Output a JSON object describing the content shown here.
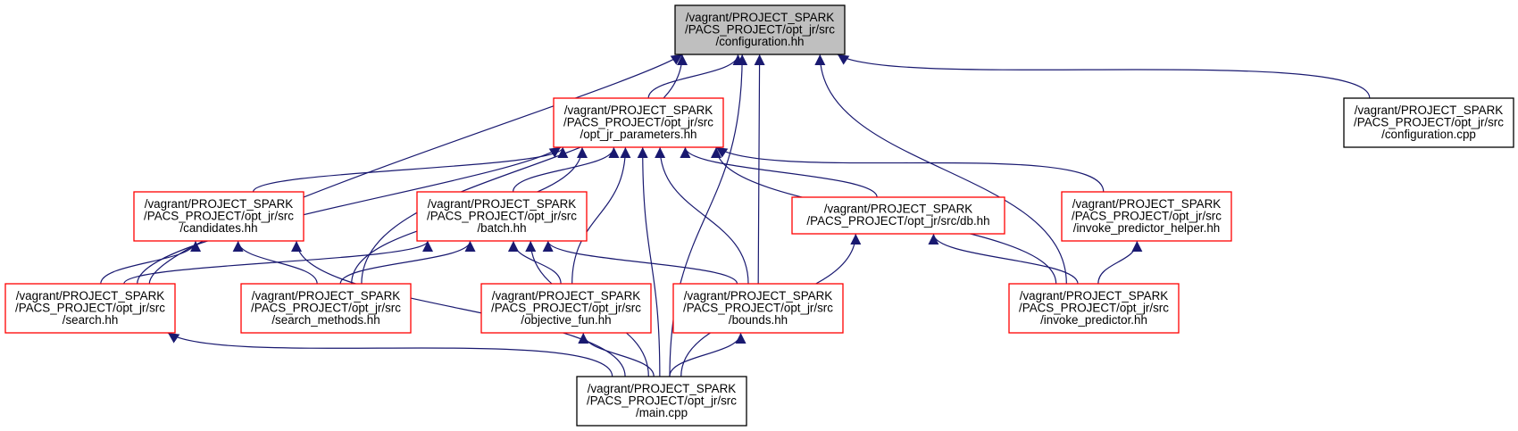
{
  "graph": {
    "edge_color": "#191970",
    "nodes": [
      {
        "id": "configuration_hh",
        "kind": "focus",
        "border": "#000000",
        "fill": "#bfbfbf",
        "lines": [
          "/vagrant/PROJECT_SPARK",
          "/PACS_PROJECT/opt_jr/src",
          "/configuration.hh"
        ]
      },
      {
        "id": "opt_jr_parameters_hh",
        "kind": "header",
        "border": "#ff0000",
        "fill": "#ffffff",
        "lines": [
          "/vagrant/PROJECT_SPARK",
          "/PACS_PROJECT/opt_jr/src",
          "/opt_jr_parameters.hh"
        ]
      },
      {
        "id": "configuration_cpp",
        "kind": "source",
        "border": "#000000",
        "fill": "#ffffff",
        "lines": [
          "/vagrant/PROJECT_SPARK",
          "/PACS_PROJECT/opt_jr/src",
          "/configuration.cpp"
        ]
      },
      {
        "id": "candidates_hh",
        "kind": "header",
        "border": "#ff0000",
        "fill": "#ffffff",
        "lines": [
          "/vagrant/PROJECT_SPARK",
          "/PACS_PROJECT/opt_jr/src",
          "/candidates.hh"
        ]
      },
      {
        "id": "batch_hh",
        "kind": "header",
        "border": "#ff0000",
        "fill": "#ffffff",
        "lines": [
          "/vagrant/PROJECT_SPARK",
          "/PACS_PROJECT/opt_jr/src",
          "/batch.hh"
        ]
      },
      {
        "id": "db_hh",
        "kind": "header",
        "border": "#ff0000",
        "fill": "#ffffff",
        "lines": [
          "/vagrant/PROJECT_SPARK",
          "/PACS_PROJECT/opt_jr/src/db.hh"
        ]
      },
      {
        "id": "invoke_predictor_helper_hh",
        "kind": "header",
        "border": "#ff0000",
        "fill": "#ffffff",
        "lines": [
          "/vagrant/PROJECT_SPARK",
          "/PACS_PROJECT/opt_jr/src",
          "/invoke_predictor_helper.hh"
        ]
      },
      {
        "id": "search_hh",
        "kind": "header",
        "border": "#ff0000",
        "fill": "#ffffff",
        "lines": [
          "/vagrant/PROJECT_SPARK",
          "/PACS_PROJECT/opt_jr/src",
          "/search.hh"
        ]
      },
      {
        "id": "search_methods_hh",
        "kind": "header",
        "border": "#ff0000",
        "fill": "#ffffff",
        "lines": [
          "/vagrant/PROJECT_SPARK",
          "/PACS_PROJECT/opt_jr/src",
          "/search_methods.hh"
        ]
      },
      {
        "id": "objective_fun_hh",
        "kind": "header",
        "border": "#ff0000",
        "fill": "#ffffff",
        "lines": [
          "/vagrant/PROJECT_SPARK",
          "/PACS_PROJECT/opt_jr/src",
          "/objective_fun.hh"
        ]
      },
      {
        "id": "bounds_hh",
        "kind": "header",
        "border": "#ff0000",
        "fill": "#ffffff",
        "lines": [
          "/vagrant/PROJECT_SPARK",
          "/PACS_PROJECT/opt_jr/src",
          "/bounds.hh"
        ]
      },
      {
        "id": "invoke_predictor_hh",
        "kind": "header",
        "border": "#ff0000",
        "fill": "#ffffff",
        "lines": [
          "/vagrant/PROJECT_SPARK",
          "/PACS_PROJECT/opt_jr/src",
          "/invoke_predictor.hh"
        ]
      },
      {
        "id": "main_cpp",
        "kind": "source",
        "border": "#000000",
        "fill": "#ffffff",
        "lines": [
          "/vagrant/PROJECT_SPARK",
          "/PACS_PROJECT/opt_jr/src",
          "/main.cpp"
        ]
      }
    ],
    "edges": [
      {
        "from": "opt_jr_parameters_hh",
        "to": "configuration_hh"
      },
      {
        "from": "configuration_cpp",
        "to": "configuration_hh"
      },
      {
        "from": "search_hh",
        "to": "configuration_hh"
      },
      {
        "from": "search_methods_hh",
        "to": "configuration_hh"
      },
      {
        "from": "bounds_hh",
        "to": "configuration_hh"
      },
      {
        "from": "invoke_predictor_hh",
        "to": "configuration_hh"
      },
      {
        "from": "main_cpp",
        "to": "configuration_hh"
      },
      {
        "from": "candidates_hh",
        "to": "opt_jr_parameters_hh"
      },
      {
        "from": "batch_hh",
        "to": "opt_jr_parameters_hh"
      },
      {
        "from": "db_hh",
        "to": "opt_jr_parameters_hh"
      },
      {
        "from": "invoke_predictor_helper_hh",
        "to": "opt_jr_parameters_hh"
      },
      {
        "from": "search_hh",
        "to": "opt_jr_parameters_hh"
      },
      {
        "from": "search_methods_hh",
        "to": "opt_jr_parameters_hh"
      },
      {
        "from": "objective_fun_hh",
        "to": "opt_jr_parameters_hh"
      },
      {
        "from": "bounds_hh",
        "to": "opt_jr_parameters_hh"
      },
      {
        "from": "invoke_predictor_hh",
        "to": "opt_jr_parameters_hh"
      },
      {
        "from": "main_cpp",
        "to": "opt_jr_parameters_hh"
      },
      {
        "from": "search_hh",
        "to": "candidates_hh"
      },
      {
        "from": "search_methods_hh",
        "to": "candidates_hh"
      },
      {
        "from": "main_cpp",
        "to": "candidates_hh"
      },
      {
        "from": "search_hh",
        "to": "batch_hh"
      },
      {
        "from": "search_methods_hh",
        "to": "batch_hh"
      },
      {
        "from": "objective_fun_hh",
        "to": "batch_hh"
      },
      {
        "from": "bounds_hh",
        "to": "batch_hh"
      },
      {
        "from": "main_cpp",
        "to": "batch_hh"
      },
      {
        "from": "invoke_predictor_hh",
        "to": "db_hh"
      },
      {
        "from": "main_cpp",
        "to": "db_hh"
      },
      {
        "from": "invoke_predictor_hh",
        "to": "invoke_predictor_helper_hh"
      },
      {
        "from": "main_cpp",
        "to": "search_hh"
      },
      {
        "from": "main_cpp",
        "to": "objective_fun_hh"
      },
      {
        "from": "main_cpp",
        "to": "bounds_hh"
      }
    ]
  }
}
